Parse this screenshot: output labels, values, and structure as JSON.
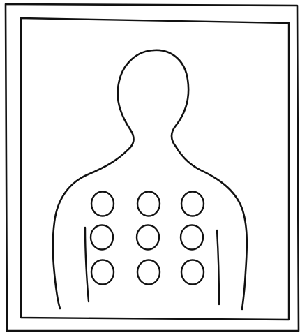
{
  "illustration": {
    "subject": "person-back-silhouette",
    "frame_style": "double-border",
    "markers": {
      "rows": 3,
      "columns": 3,
      "total": 9,
      "shape": "circle"
    },
    "colors": {
      "ink": "#111111",
      "background": "#ffffff"
    }
  }
}
